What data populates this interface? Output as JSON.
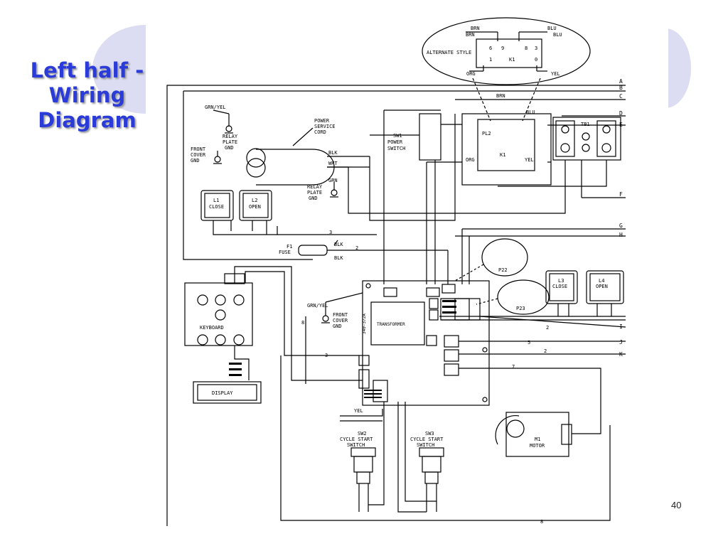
{
  "slide": {
    "title_lines": [
      "Left half -",
      "Wiring",
      "Diagram"
    ],
    "page_number": "40",
    "colors": {
      "title": "#2b3bd8",
      "accent_circle": "#dcdcf2",
      "wire": "#000000"
    }
  },
  "diagram": {
    "relay_inset": {
      "labels": [
        "BRN",
        "BRN",
        "BLU",
        "BLU",
        "ALTERNATE STYLE",
        "K1",
        "ORG",
        "YEL"
      ],
      "pins": [
        "6",
        "9",
        "8",
        "3",
        "1",
        "0"
      ]
    },
    "edge_letters": [
      "A",
      "B",
      "C",
      "D",
      "E",
      "F",
      "G",
      "H",
      "I",
      "J",
      "K"
    ],
    "labels": {
      "grn_yel_top": "GRN/YEL",
      "relay_plate_gnd_top": [
        "RELAY",
        "PLATE",
        "GND"
      ],
      "front_cover_gnd_top": [
        "FRONT",
        "COVER",
        "GND"
      ],
      "power_cord": [
        "POWER",
        "SERVICE",
        "CORD"
      ],
      "blk": "BLK",
      "wht": "WHT",
      "grn": "GRN",
      "relay_plate_gnd_mid": [
        "RELAY",
        "PLATE",
        "GND"
      ],
      "sw1": [
        "SW1",
        "POWER",
        "SWITCH"
      ],
      "brn_top": "BRN",
      "blu": "BLU",
      "org": "ORG",
      "yel": "YEL",
      "k1": "K1",
      "pl2": "PL2",
      "tb1": "TB1",
      "l1": [
        "L1",
        "CLOSE"
      ],
      "l2": [
        "L2",
        "OPEN"
      ],
      "l3": [
        "L3",
        "CLOSE"
      ],
      "l4": [
        "L4",
        "OPEN"
      ],
      "fuse": [
        "F1",
        "FUSE"
      ],
      "blk_fuse_a": "BLK",
      "blk_fuse_b": "BLK",
      "p22": "P22",
      "p23": "P23",
      "keyboard": "KEYBOARD",
      "display": "DISPLAY",
      "grn_yel_mid": "GRN/YEL",
      "front_cover_gnd_mid": [
        "FRONT",
        "COVER",
        "GND"
      ],
      "transformer": "TRANSFORMER",
      "board_id": "340-372A",
      "sw2": [
        "SW2",
        "CYCLE START",
        "SWITCH"
      ],
      "sw3": [
        "SW3",
        "CYCLE START",
        "SWITCH"
      ],
      "motor": [
        "M1",
        "MOTOR"
      ],
      "yel_small": "YEL",
      "wire_counts": [
        "3",
        "2",
        "8",
        "3",
        "2",
        "5",
        "2",
        "7",
        "8"
      ]
    }
  }
}
